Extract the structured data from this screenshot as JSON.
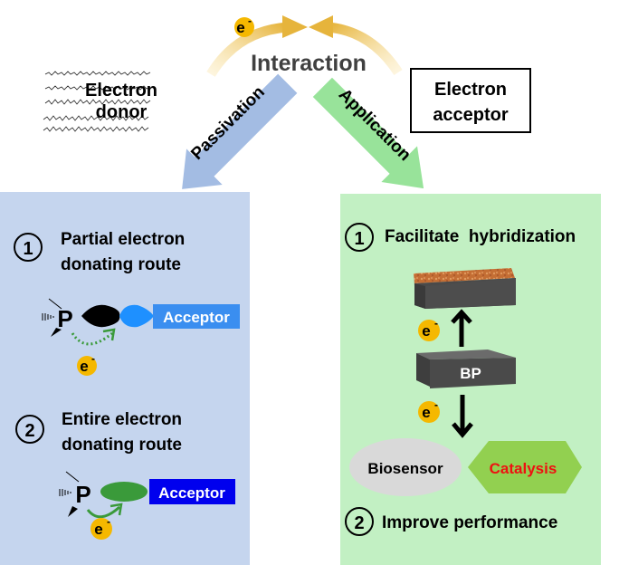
{
  "top": {
    "interaction_label": "Interaction",
    "electron_symbol": "e",
    "electron_charge": "-",
    "donor_label_line1": "Electron",
    "donor_label_line2": "donor",
    "acceptor_label_line1": "Electron",
    "acceptor_label_line2": "acceptor",
    "passivation_arrow_label": "Passivation",
    "application_arrow_label": "Application"
  },
  "left_panel": {
    "color": "#c5d5ee",
    "route1": {
      "number": "1",
      "title_line1": "Partial electron",
      "title_line2": "donating route",
      "atom_label": "P",
      "acceptor_label": "Acceptor",
      "acceptor_color": "#3a8ef0",
      "electron_symbol": "e",
      "electron_charge": "-"
    },
    "route2": {
      "number": "2",
      "title_line1": "Entire electron",
      "title_line2": "donating route",
      "atom_label": "P",
      "acceptor_label": "Acceptor",
      "acceptor_color": "#0000ee",
      "electron_symbol": "e",
      "electron_charge": "-"
    }
  },
  "right_panel": {
    "color": "#c2f0c3",
    "item1": {
      "number": "1",
      "title": "Facilitate  hybridization"
    },
    "bp_label": "BP",
    "electron_symbol": "e",
    "electron_charge": "-",
    "biosensor_label": "Biosensor",
    "catalysis_label": "Catalysis",
    "catalysis_text_color": "#ee1111",
    "item2": {
      "number": "2",
      "title": "Improve performance"
    }
  },
  "colors": {
    "electron_badge": "#f5b800",
    "arc_arrow": "#f2c45a",
    "passivation_arrow": "#a3bce3",
    "application_arrow": "#98e39a",
    "block_dark": "#4a4a4a",
    "block_top": "#6a6a6a",
    "copper_surface": "#c9743a"
  }
}
